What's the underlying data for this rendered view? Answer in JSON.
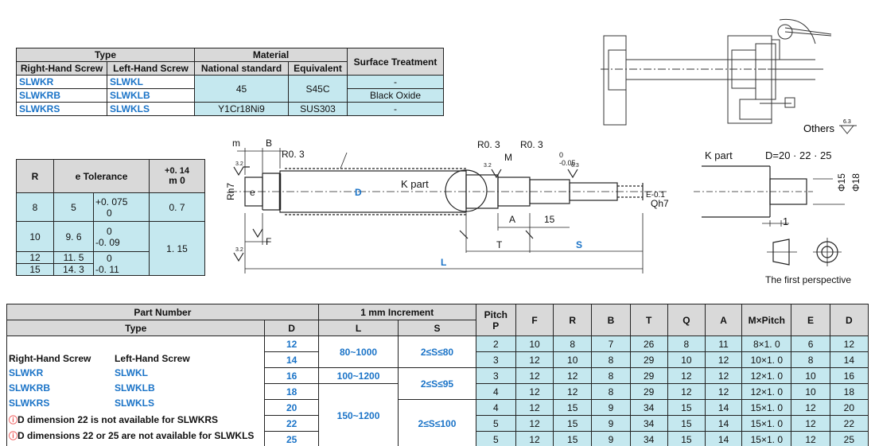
{
  "type_table": {
    "h_type": "Type",
    "h_material": "Material",
    "h_surface": "Surface Treatment",
    "h_right": "Right-Hand Screw",
    "h_left": "Left-Hand Screw",
    "h_national": "National standard",
    "h_equivalent": "Equivalent",
    "rows": [
      {
        "right": "SLWKR",
        "left": "SLWKL"
      },
      {
        "right": "SLWKRB",
        "left": "SLWKLB"
      },
      {
        "right": "SLWKRS",
        "left": "SLWKLS"
      }
    ],
    "mat_45": "45",
    "eq_s45c": "S45C",
    "mat_ss": "Y1Cr18Ni9",
    "eq_sus": "SUS303",
    "surf_1": "-",
    "surf_2": "Black Oxide",
    "surf_3": "-"
  },
  "tol_table": {
    "h_r": "R",
    "h_e": "e Tolerance",
    "h_m_top": "+0. 14",
    "h_m_bot": "m  0",
    "rows": [
      {
        "r": "8",
        "e": "5",
        "tol1": "+0. 075",
        "tol2": "0",
        "m": "0. 7"
      },
      {
        "r": "10",
        "e": "9. 6",
        "tol1": "0",
        "tol2": "-0. 09",
        "m": "1. 15"
      },
      {
        "r": "12",
        "e": "11. 5",
        "tol1": "0",
        "tol2": "-0. 11"
      },
      {
        "r": "15",
        "e": "14. 3"
      }
    ]
  },
  "drawing": {
    "m": "m",
    "b": "B",
    "r03a": "R0. 3",
    "r03b": "R0. 3",
    "r03c": "R0. 3",
    "m_lbl": "M",
    "rh7": "Rh7",
    "e": "e",
    "d": "D",
    "kpart": "K part",
    "e_tol": "E",
    "e_tol_top": "0",
    "e_tol_bot": "-0.05",
    "e01": "E-0.1",
    "qh7": "Qh7",
    "f": "F",
    "a": "A",
    "v15": "15",
    "t": "T",
    "s": "S",
    "l": "L",
    "r32": "3.2",
    "r63": "6.3",
    "e_zero": "0"
  },
  "kpart": {
    "title": "K part",
    "d_values": "D=20 · 22 · 25",
    "phi15": "Φ15",
    "phi18": "Φ18",
    "one": "1",
    "perspective": "The first perspective"
  },
  "others": "Others",
  "others_rough": "6.3",
  "main_table": {
    "h_partnumber": "Part Number",
    "h_increment": "1 mm Increment",
    "h_pitch": "Pitch",
    "h_p": "P",
    "h_type": "Type",
    "h_d": "D",
    "h_l": "L",
    "h_s": "S",
    "h_cols": [
      "F",
      "R",
      "B",
      "T",
      "Q",
      "A",
      "M×Pitch",
      "E",
      "D"
    ],
    "right_hand": "Right-Hand Screw",
    "left_hand": "Left-Hand Screw",
    "types": [
      {
        "right": "SLWKR",
        "left": "SLWKL"
      },
      {
        "right": "SLWKRB",
        "left": "SLWKLB"
      },
      {
        "right": "SLWKRS",
        "left": "SLWKLS"
      }
    ],
    "note1": "D dimension 22 is not available for SLWKRS",
    "note2": "D dimensions 22 or 25 are not available for SLWKLS",
    "l_ranges": [
      "80~1000",
      "100~1200",
      "150~1200"
    ],
    "s_ranges": [
      "2≤S≤80",
      "2≤S≤95",
      "2≤S≤100"
    ],
    "rows": [
      {
        "d": "12",
        "p": "2",
        "f": "10",
        "r": "8",
        "b": "7",
        "t": "26",
        "q": "8",
        "a": "11",
        "mp": "8×1. 0",
        "e": "6",
        "d2": "12"
      },
      {
        "d": "14",
        "p": "3",
        "f": "12",
        "r": "10",
        "b": "8",
        "t": "29",
        "q": "10",
        "a": "12",
        "mp": "10×1. 0",
        "e": "8",
        "d2": "14"
      },
      {
        "d": "16",
        "p": "3",
        "f": "12",
        "r": "12",
        "b": "8",
        "t": "29",
        "q": "12",
        "a": "12",
        "mp": "12×1. 0",
        "e": "10",
        "d2": "16"
      },
      {
        "d": "18",
        "p": "4",
        "f": "12",
        "r": "12",
        "b": "8",
        "t": "29",
        "q": "12",
        "a": "12",
        "mp": "12×1. 0",
        "e": "10",
        "d2": "18"
      },
      {
        "d": "20",
        "p": "4",
        "f": "12",
        "r": "15",
        "b": "9",
        "t": "34",
        "q": "15",
        "a": "14",
        "mp": "15×1. 0",
        "e": "12",
        "d2": "20"
      },
      {
        "d": "22",
        "p": "5",
        "f": "12",
        "r": "15",
        "b": "9",
        "t": "34",
        "q": "15",
        "a": "14",
        "mp": "15×1. 0",
        "e": "12",
        "d2": "22"
      },
      {
        "d": "25",
        "p": "5",
        "f": "12",
        "r": "15",
        "b": "9",
        "t": "34",
        "q": "15",
        "a": "14",
        "mp": "15×1. 0",
        "e": "12",
        "d2": "25"
      }
    ]
  }
}
